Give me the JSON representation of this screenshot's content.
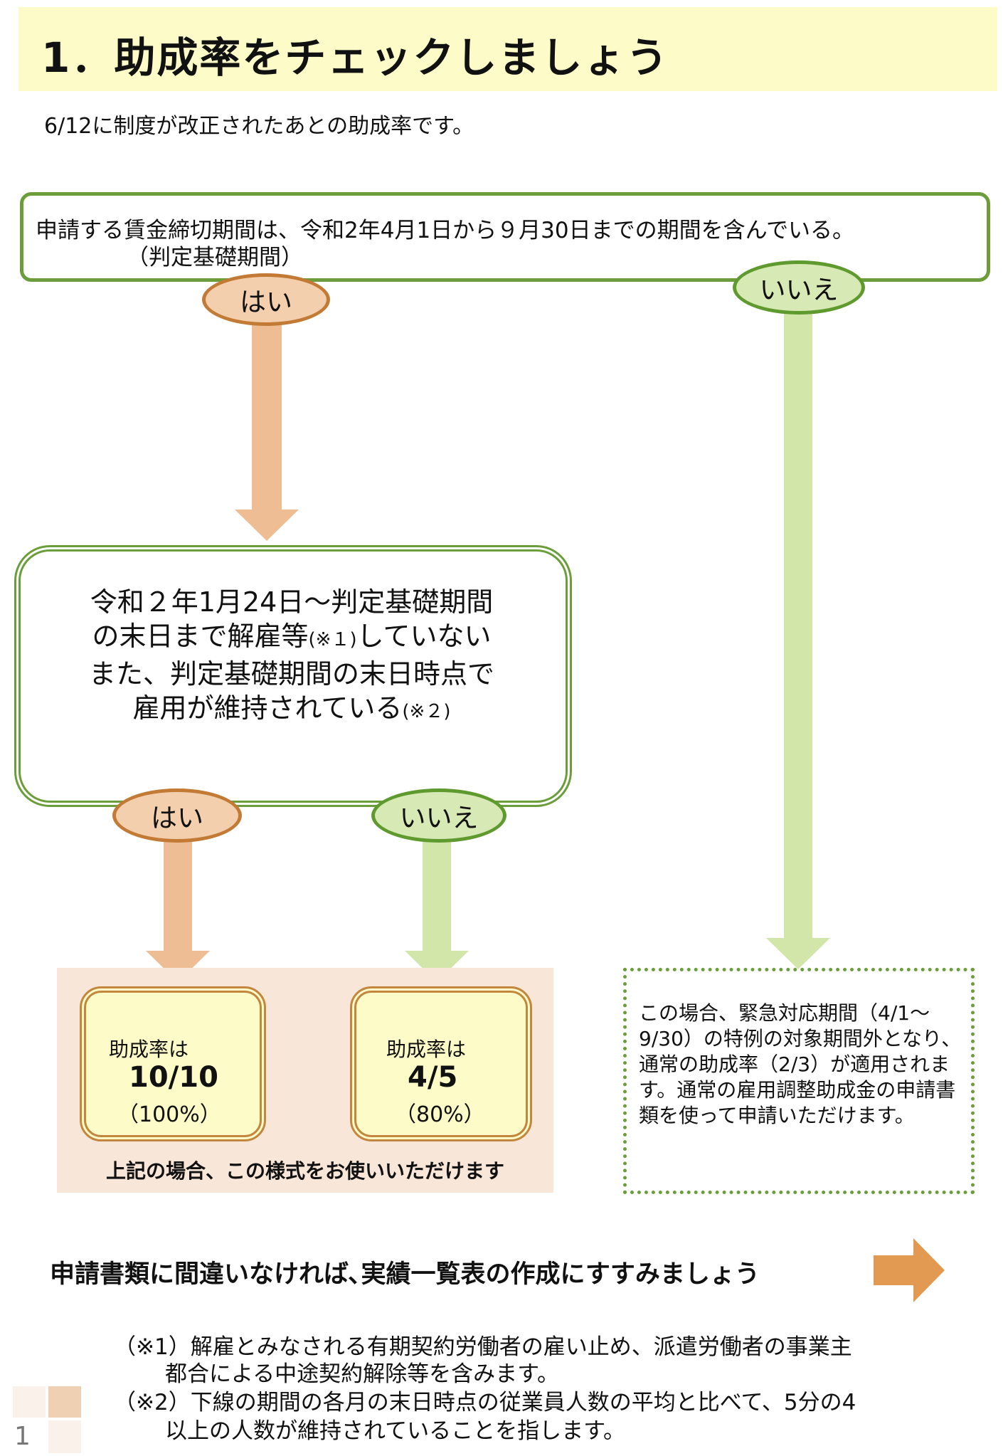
{
  "header": {
    "title": "1．助成率をチェックしましょう",
    "subtitle": "6/12に制度が改正されたあとの助成率です。"
  },
  "question1": {
    "text": "申請する賃金締切期間は、令和2年4月1日から９月30日までの期間を含んでいる。",
    "sub": "（判定基礎期間）",
    "yes_label": "はい",
    "no_label": "いいえ"
  },
  "question2": {
    "line1": "令和２年1月24日～判定基礎期間",
    "line2a": "の末日まで解雇等",
    "line2note": "(※１)",
    "line2b": "していない",
    "line3": "また、判定基礎期間の末日時点で",
    "line4a": "雇用が維持されている",
    "line4note": "(※２)",
    "yes_label": "はい",
    "no_label": "いいえ"
  },
  "results": {
    "full": {
      "label": "助成率は",
      "fraction": "10/10",
      "percent": "（100%）"
    },
    "partial": {
      "label": "助成率は",
      "fraction": "4/5",
      "percent": "（80%）"
    },
    "note": "上記の場合、この様式をお使いいただけます"
  },
  "no_case": {
    "text": "この場合、緊急対応期間（4/1～9/30）の特例の対象期間外となり､通常の助成率（2/3）が適用されます。通常の雇用調整助成金の申請書類を使って申請いただけます。"
  },
  "next_step": {
    "text": "申請書類に間違いなければ､実績一覧表の作成にすすみましょう"
  },
  "footnotes": [
    {
      "mark": "（※1）",
      "line1": "解雇とみなされる有期契約労働者の雇い止め、派遣労働者の事業主",
      "line2": "都合による中途契約解除等を含みます。"
    },
    {
      "mark": "（※2）",
      "line1": "下線の期間の各月の末日時点の従業員人数の平均と比べて、5分の4",
      "line2": "以上の人数が維持されていることを指します。"
    }
  ],
  "page": {
    "number": "1"
  },
  "colors": {
    "title_bg": "#fdfcc9",
    "green": "#6b9e3a",
    "orange": "#c27a34",
    "arrow_orange": "#eebd93",
    "arrow_green": "#d1e6a8",
    "next_arrow": "#e29a52"
  }
}
